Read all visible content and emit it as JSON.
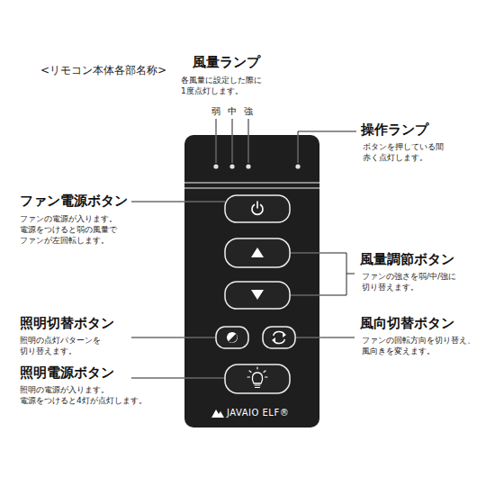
{
  "diagram": {
    "title": "<リモコン本体各部名称>",
    "nodes": [
      {
        "text": [
          "JAVAIO ELF®"
        ]
      }
    ],
    "labels": [
      "風量ランプ",
      "各風量に設定した際に 1度点灯します。",
      "弱",
      "中",
      "強",
      "操作ランプ",
      "ボタンを押している間 赤く点灯します。",
      "ファン電源ボタン",
      "ファンの電源が入ります。 電源をつけると弱の風量で ファンが左回転します。",
      "風量調節ボタン",
      "ファンの強さを弱/中/強に 切り替えます。",
      "照明切替ボタン",
      "照明の点灯パターンを 切り替えます。",
      "風向切替ボタン",
      "ファンの回転方向を切り替え、 風向きを変えます。",
      "照明電源ボタン",
      "照明の電源が入ります。 電源をつけると4灯が点灯します。"
    ]
  }
}
